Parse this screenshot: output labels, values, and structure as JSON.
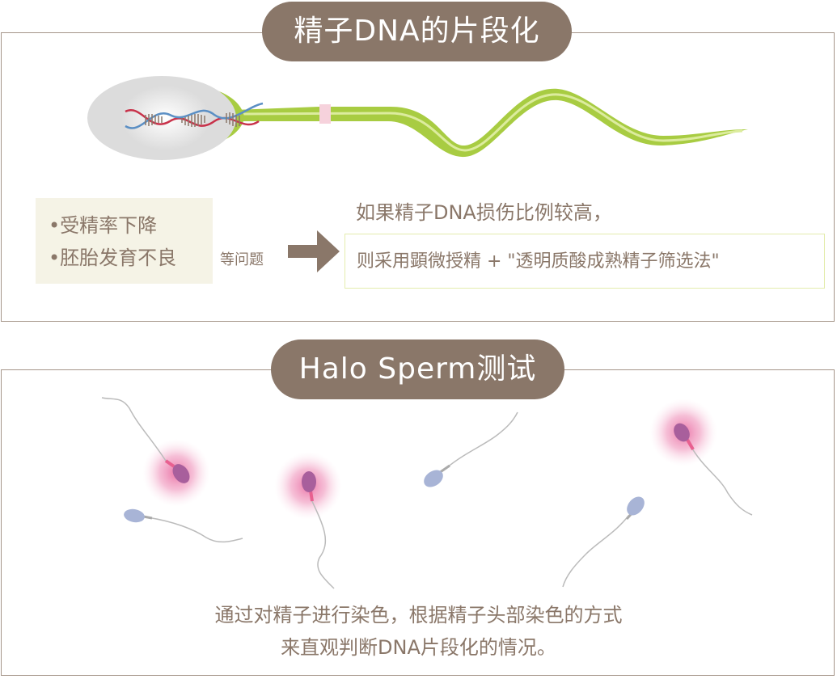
{
  "section1": {
    "title": "精子DNA的片段化",
    "effects": [
      "•受精率下降",
      "•胚胎发育不良"
    ],
    "etc_label": "等问题",
    "condition": "如果精子DNA损伤比例较高，",
    "recommendation": "则采用顕微授精 + \"透明质酸成熟精子筛选法\""
  },
  "section2": {
    "title": "Halo Sperm测试",
    "caption_line1": "通过对精子进行染色，根据精子头部染色的方式",
    "caption_line2": "来直观判断DNA片段化的情况。"
  },
  "colors": {
    "brown": "#8a7769",
    "sperm_green": "#a8cc42",
    "halo_pink": "#e8669e",
    "normal_head": "#a8b4d6",
    "fragmented_head": "#a85f9c"
  }
}
